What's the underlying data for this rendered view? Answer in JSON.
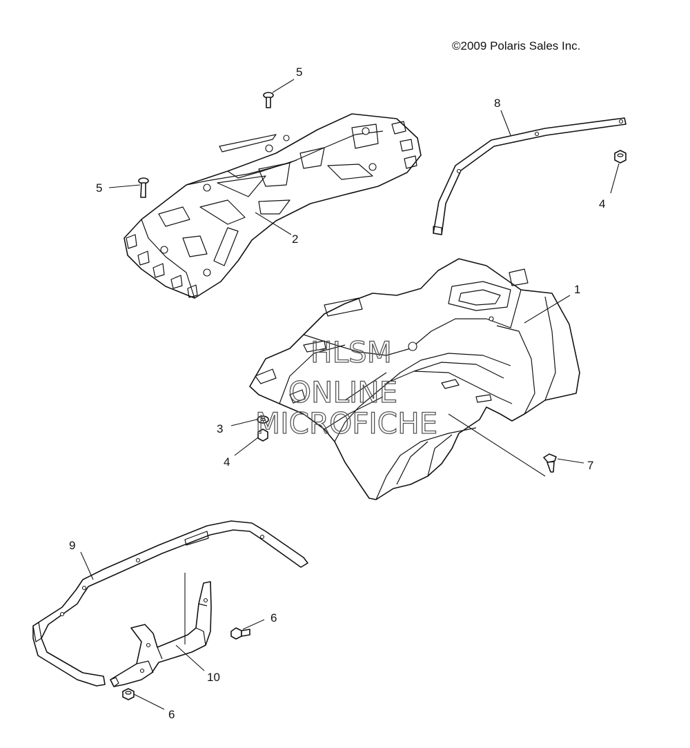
{
  "copyright": "©2009 Polaris Sales Inc.",
  "watermark": [
    "HLSM",
    "ONLINE",
    "MICROFICHE"
  ],
  "callouts": [
    "1",
    "2",
    "3",
    "4",
    "4",
    "5",
    "5",
    "6",
    "6",
    "7",
    "8",
    "9",
    "10"
  ],
  "parts": [
    {
      "id": "fender-rear",
      "callout": "1"
    },
    {
      "id": "rack-rear",
      "callout": "2"
    },
    {
      "id": "washer",
      "callout": "3"
    },
    {
      "id": "nut",
      "callout": "4"
    },
    {
      "id": "screw",
      "callout": "5"
    },
    {
      "id": "bolt",
      "callout": "6"
    },
    {
      "id": "push-rivet",
      "callout": "7"
    },
    {
      "id": "rack-tube",
      "callout": "8"
    },
    {
      "id": "bumper-tube",
      "callout": "9"
    },
    {
      "id": "bumper-bracket",
      "callout": "10"
    }
  ]
}
